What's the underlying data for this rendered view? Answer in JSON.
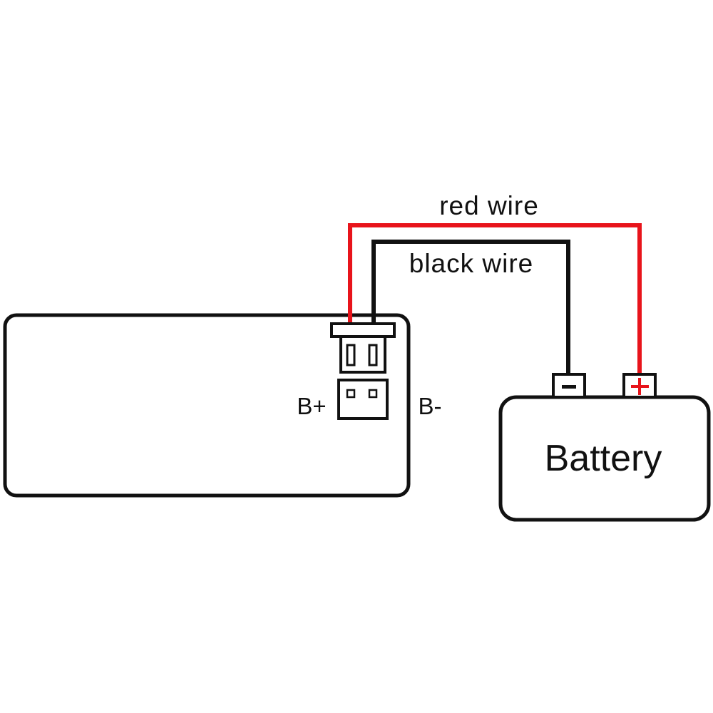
{
  "diagram": {
    "title": "Battery wiring diagram",
    "wires": {
      "red": {
        "label": "red wire",
        "color": "#e8141b"
      },
      "black": {
        "label": "black wire",
        "color": "#111111"
      }
    },
    "device": {
      "connector": {
        "left_label": "B+",
        "right_label": "B-"
      }
    },
    "battery": {
      "label": "Battery",
      "negative_terminal": "−",
      "positive_terminal": "+",
      "positive_color": "#e8141b"
    }
  }
}
